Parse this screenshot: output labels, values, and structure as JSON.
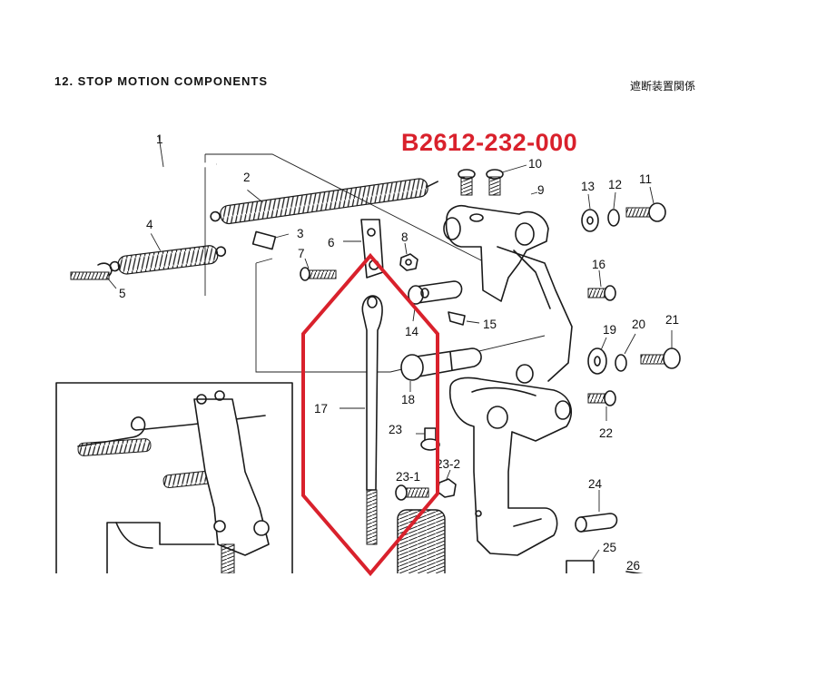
{
  "header": {
    "title": "12. STOP MOTION COMPONENTS",
    "title_jp": "遮断装置関係"
  },
  "part_number": "B2612-232-000",
  "highlight_color": "#d9212c",
  "callouts": {
    "c1": "1",
    "c2": "2",
    "c3": "3",
    "c4": "4",
    "c5": "5",
    "c6": "6",
    "c7": "7",
    "c8": "8",
    "c9": "9",
    "c10": "10",
    "c11": "11",
    "c12": "12",
    "c13": "13",
    "c14": "14",
    "c15": "15",
    "c16": "16",
    "c17": "17",
    "c18": "18",
    "c19": "19",
    "c20": "20",
    "c21": "21",
    "c22": "22",
    "c23": "23",
    "c23_1": "23-1",
    "c23_2": "23-2",
    "c24": "24",
    "c25": "25",
    "c26": "26"
  }
}
